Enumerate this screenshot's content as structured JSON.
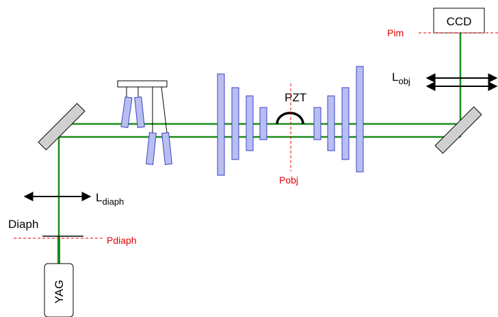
{
  "labels": {
    "ccd": "CCD",
    "pim": "Pim",
    "lobj_main": "L",
    "lobj_sub": "obj",
    "pzt": "PZT",
    "pobj": "Pobj",
    "ldiaph_main": "L",
    "ldiaph_sub": "diaph",
    "diaph": "Diaph",
    "pdiaph": "Pdiaph",
    "yag": "YAG"
  },
  "colors": {
    "beam": "#1a8a1a",
    "plane_marker": "#e00000",
    "optic_fill": "#b8bff0",
    "optic_stroke": "#3a3fc8",
    "mirror_fill": "#d0d0d0"
  }
}
